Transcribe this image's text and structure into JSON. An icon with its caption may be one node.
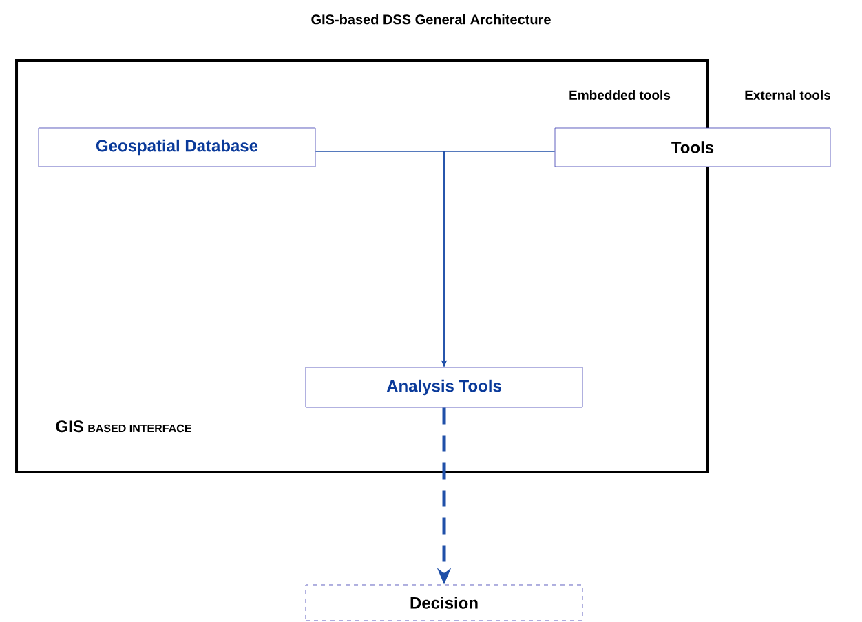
{
  "diagram": {
    "title": "GIS-based DSS General Architecture",
    "nodes": [
      {
        "text": [
          "GIS",
          "BASED INTERFACE"
        ]
      },
      {
        "text": [
          "Geospatial  Database"
        ],
        "in": 0
      },
      {
        "text": [
          "Tools"
        ]
      },
      {
        "text": [
          "Analysis Tools"
        ],
        "in": 0
      },
      {
        "text": [
          "Decision"
        ]
      }
    ],
    "edges": [
      {
        "from": 1,
        "to": 3,
        "arrow": "to"
      },
      {
        "from": 2,
        "to": 3,
        "arrow": "to"
      },
      {
        "from": 3,
        "to": 4,
        "arrow": "to",
        "style": "dashed"
      }
    ],
    "labels": [
      "Embedded tools",
      "External tools"
    ]
  }
}
